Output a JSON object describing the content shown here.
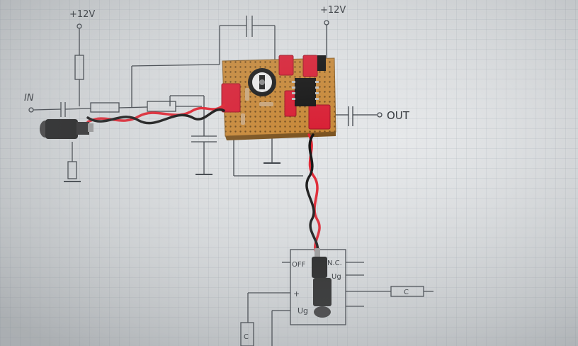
{
  "photo": {
    "labels": {
      "supply_left": "+12V",
      "supply_right": "+12V",
      "input": "IN",
      "output": "OUT",
      "pin_off": "OFF",
      "pin_nc": "N.C.",
      "pin_plus": "+",
      "pin_ug": "Ug",
      "pin_c": "C",
      "resistor_c": "C"
    },
    "colors": {
      "paper": "#dcdfe1",
      "ink": "#2b2f34",
      "stripboard": "#c98a3a",
      "capacitor": "#d81f34",
      "wire_red": "#e0222f",
      "wire_black": "#141414",
      "jack": "#1a1a1a"
    }
  }
}
